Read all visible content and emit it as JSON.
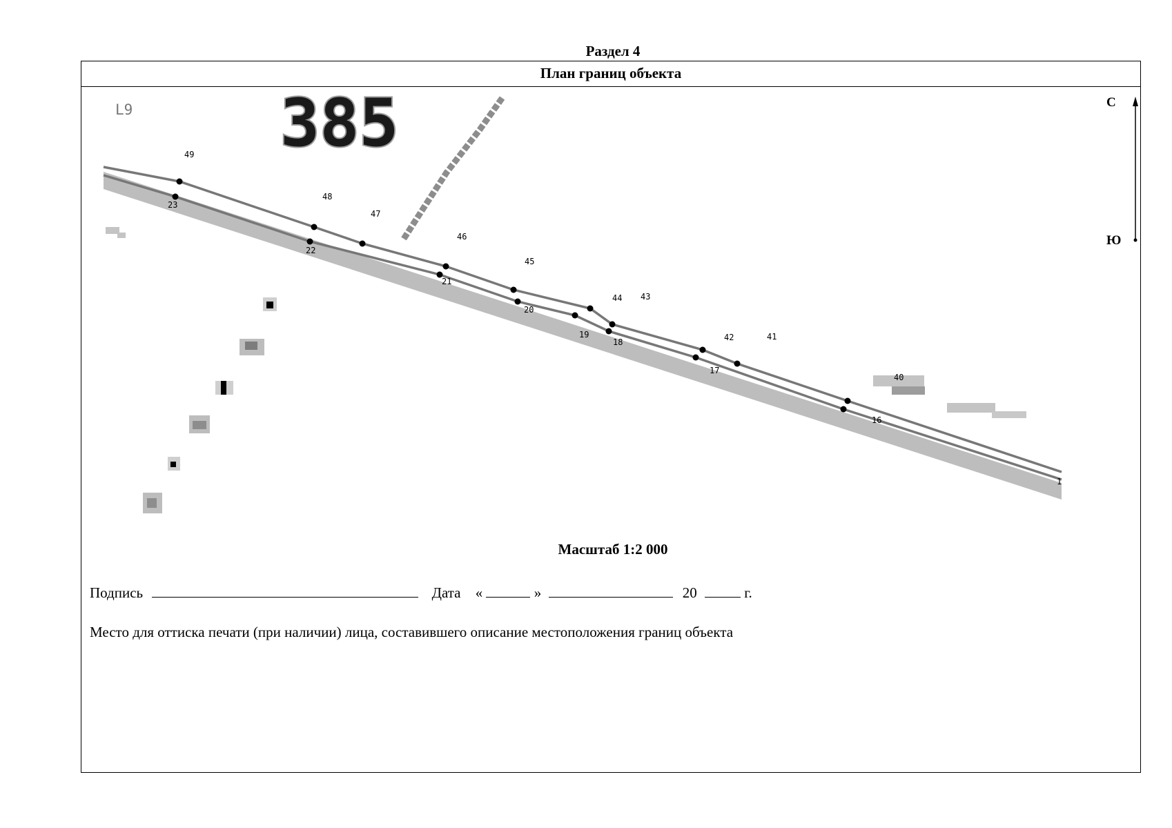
{
  "section": {
    "title": "Раздел 4"
  },
  "header": {
    "title": "План границ объекта"
  },
  "map": {
    "sheet_label": "L9",
    "parcel_number": "385",
    "compass": {
      "north": "С",
      "south": "Ю"
    },
    "point_labels": {
      "p49": "49",
      "p48": "48",
      "p47": "47",
      "p46": "46",
      "p45": "45",
      "p44": "44",
      "p43": "43",
      "p42": "42",
      "p41": "41",
      "p40": "40",
      "p23": "23",
      "p22": "22",
      "p21": "21",
      "p20": "20",
      "p19": "19",
      "p18": "18",
      "p17": "17",
      "p16": "16",
      "p1": "1"
    }
  },
  "scale": {
    "text": "Масштаб 1:2 000"
  },
  "signature": {
    "label": "Подпись",
    "date_label": "Дата",
    "quote_open": "«",
    "quote_close": "»",
    "century": "20",
    "year_suffix": "г."
  },
  "seal": {
    "text": "Место для оттиска печати (при наличии) лица, составившего описание местоположения границ объекта"
  }
}
